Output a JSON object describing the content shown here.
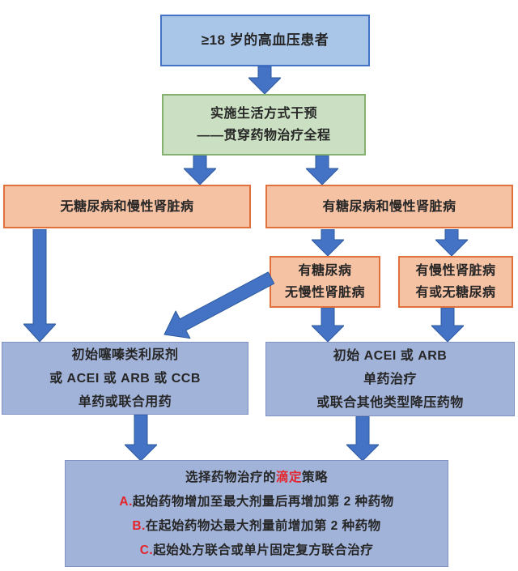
{
  "colors": {
    "top_box_fill": "#a9c6e8",
    "top_box_border": "#4472c4",
    "green_fill": "#cbe0c2",
    "green_border": "#86b070",
    "orange_fill": "#f6c2a4",
    "orange_border": "#e0713c",
    "blue_fill": "#a2b3d9",
    "blue_border": "#8091c2",
    "arrow_fill": "#4472c4",
    "arrow_stroke": "#2e5a9e",
    "highlight_red": "#e4252b",
    "text": "#262626",
    "background": "#ffffff"
  },
  "nodes": {
    "patient": {
      "label": "≥18 岁的高血压患者"
    },
    "lifestyle": {
      "line1": "实施生活方式干预",
      "line2": "——贯穿药物治疗全程"
    },
    "no_dm_ckd": {
      "label": "无糖尿病和慢性肾脏病"
    },
    "dm_ckd": {
      "label": "有糖尿病和慢性肾脏病"
    },
    "dm_no_ckd": {
      "line1": "有糖尿病",
      "line2": "无慢性肾脏病"
    },
    "ckd_any_dm": {
      "line1": "有慢性肾脏病",
      "line2": "有或无糖尿病"
    },
    "therapy_left": {
      "line1": "初始噻嗪类利尿剂",
      "line2": "或 ACEI 或 ARB 或 CCB",
      "line3": "单药或联合用药"
    },
    "therapy_right": {
      "line1": "初始 ACEI 或 ARB",
      "line2": "单药治疗",
      "line3": "或联合其他类型降压药物"
    },
    "titration": {
      "title_pre": "选择药物治疗的",
      "title_highlight": "滴定",
      "title_post": "策略",
      "items": [
        {
          "prefix": "A.",
          "text": "起始药物增加至最大剂量后再增加第 2 种药物"
        },
        {
          "prefix": "B.",
          "text": "在起始药物达最大剂量前增加第 2 种药物"
        },
        {
          "prefix": "C.",
          "text": "起始处方联合或单片固定复方联合治疗"
        }
      ]
    }
  }
}
